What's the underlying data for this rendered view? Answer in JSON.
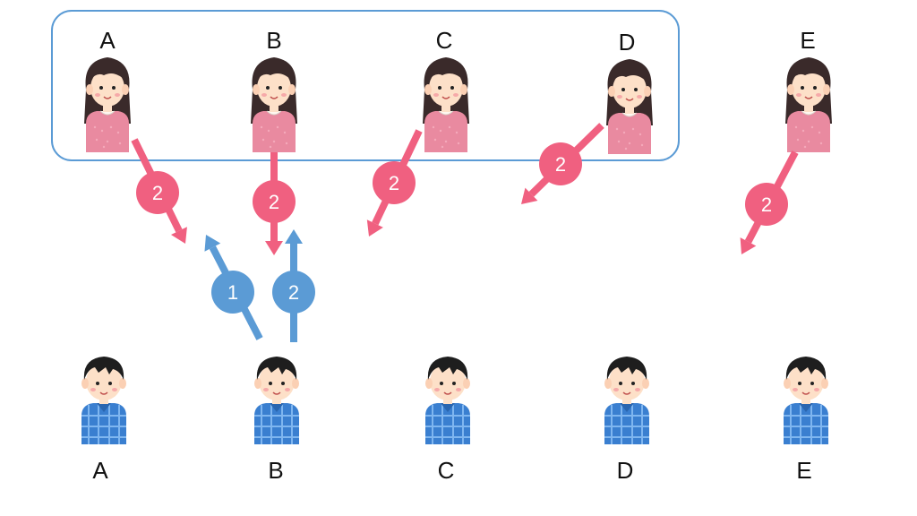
{
  "colors": {
    "group_border": "#5b9bd5",
    "pink_arrow": "#f06080",
    "blue_arrow": "#5b9bd5",
    "girl_dress": "#e98aa0",
    "girl_hair": "#3a2a2a",
    "boy_shirt": "#3a7fd0",
    "boy_hair": "#1e1e1e",
    "skin": "#fde0c8"
  },
  "top_labels": [
    "A",
    "B",
    "C",
    "D",
    "E"
  ],
  "bottom_labels": [
    "A",
    "B",
    "C",
    "D",
    "E"
  ],
  "pink_arrows": [
    {
      "badge": "2"
    },
    {
      "badge": "2"
    },
    {
      "badge": "2"
    },
    {
      "badge": "2"
    },
    {
      "badge": "2"
    }
  ],
  "blue_arrows": [
    {
      "badge": "1"
    },
    {
      "badge": "2"
    }
  ]
}
